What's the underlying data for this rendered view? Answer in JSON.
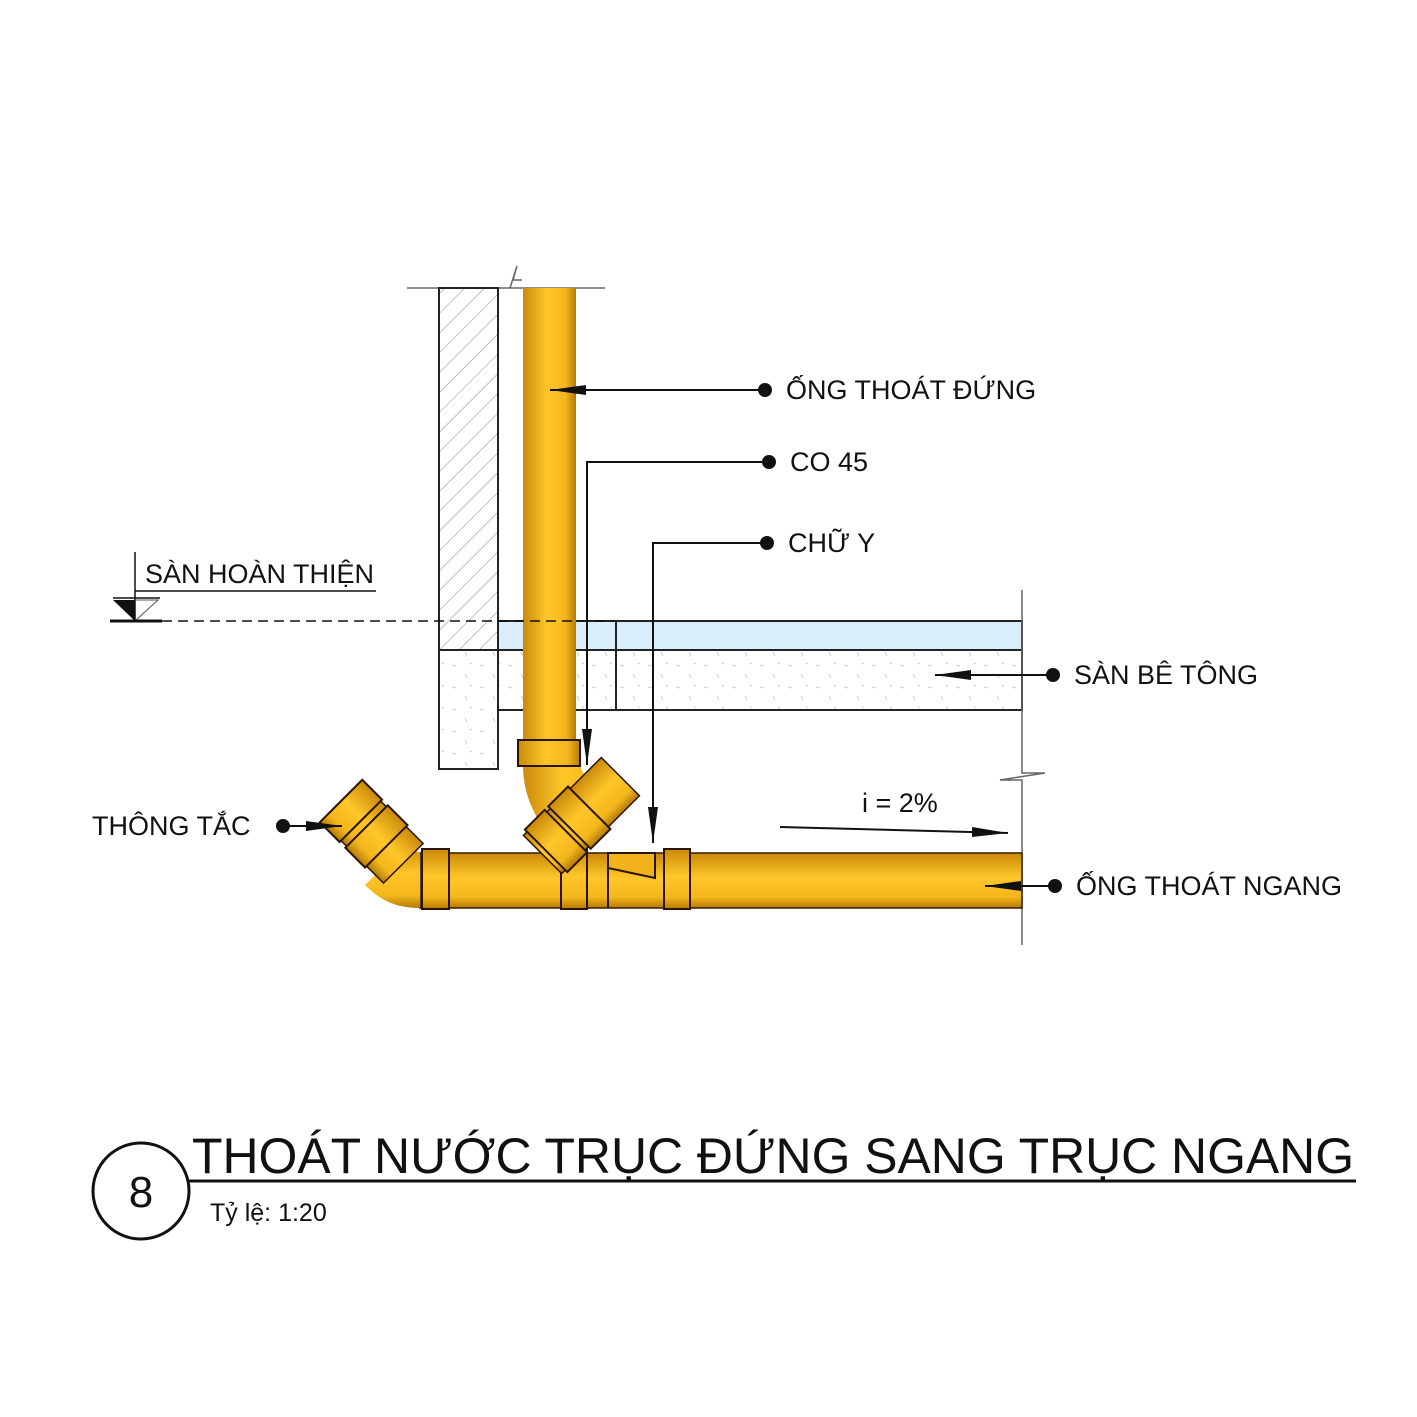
{
  "labels": {
    "vertical_pipe": "ỐNG THOÁT ĐỨNG",
    "elbow_45": "CO 45",
    "wye": "CHỮ Y",
    "finished_floor": "SÀN HOÀN THIỆN",
    "concrete_slab": "SÀN BÊ TÔNG",
    "cleanout": "THÔNG TẮC",
    "slope": "i = 2%",
    "horizontal_pipe": "ỐNG THOÁT NGANG"
  },
  "title_block": {
    "number": "8",
    "title": "THOÁT NƯỚC TRỤC ĐỨNG SANG TRỤC NGANG",
    "scale": "Tỷ lệ: 1:20"
  },
  "colors": {
    "pipe": "#F8BC22",
    "pipe_edge": "#C98A0A",
    "finish_layer": "#D9EEFA",
    "outline": "#111111"
  }
}
